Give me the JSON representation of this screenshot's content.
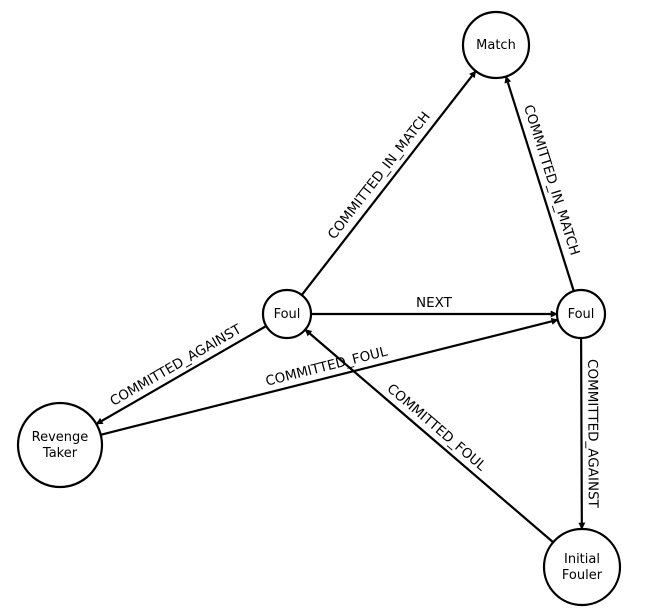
{
  "nodes": [
    {
      "id": "match",
      "label": "Match"
    },
    {
      "id": "foul_a",
      "label": "Foul"
    },
    {
      "id": "foul_b",
      "label": "Foul"
    },
    {
      "id": "revenge",
      "label": "Revenge\nTaker"
    },
    {
      "id": "initial",
      "label": "Initial\nFouler"
    }
  ],
  "edges": [
    {
      "id": "fa_match",
      "from": "foul_a",
      "to": "match",
      "label": "COMMITTED_IN_MATCH"
    },
    {
      "id": "fb_match",
      "from": "foul_b",
      "to": "match",
      "label": "COMMITTED_IN_MATCH"
    },
    {
      "id": "fa_fb",
      "from": "foul_a",
      "to": "foul_b",
      "label": "NEXT"
    },
    {
      "id": "fa_revenge",
      "from": "foul_a",
      "to": "revenge",
      "label": "COMMITTED_AGAINST"
    },
    {
      "id": "revenge_fb",
      "from": "revenge",
      "to": "foul_b",
      "label": "COMMITTED_FOUL"
    },
    {
      "id": "initial_fa",
      "from": "initial",
      "to": "foul_a",
      "label": "COMMITTED_FOUL"
    },
    {
      "id": "fb_initial",
      "from": "foul_b",
      "to": "initial",
      "label": "COMMITTED_AGAINST"
    }
  ]
}
